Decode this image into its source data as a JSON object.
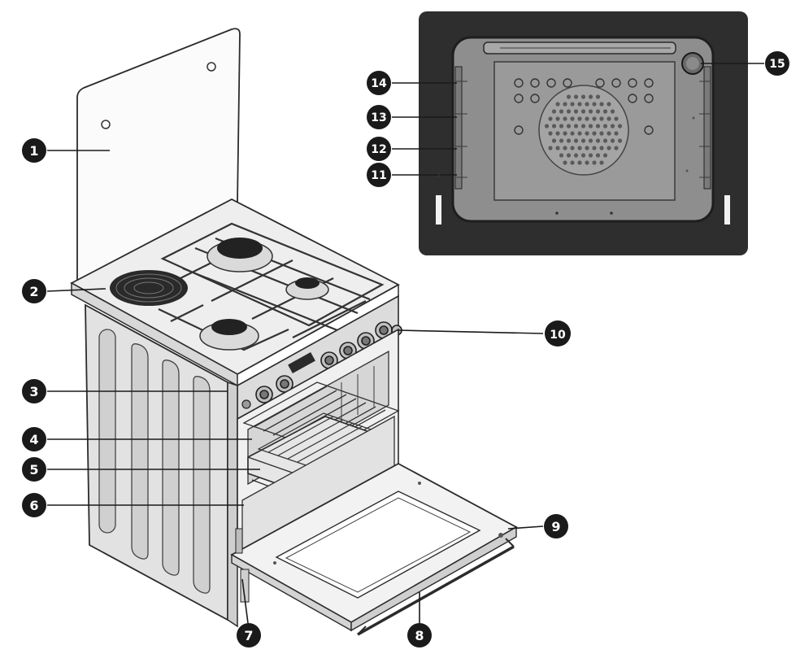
{
  "colors": {
    "label_circle": "#1a1a1a",
    "label_text": "#ffffff",
    "inset_frame": "#2e2e2e",
    "inset_cavity": "#8e8e8e",
    "cooker_panel": "#e4e4e4",
    "cooker_shadow": "#c8c8c8"
  },
  "callouts": [
    {
      "id": "1",
      "text": "1"
    },
    {
      "id": "2",
      "text": "2"
    },
    {
      "id": "3",
      "text": "3"
    },
    {
      "id": "4",
      "text": "4"
    },
    {
      "id": "5",
      "text": "5"
    },
    {
      "id": "6",
      "text": "6"
    },
    {
      "id": "7",
      "text": "7"
    },
    {
      "id": "8",
      "text": "8"
    },
    {
      "id": "9",
      "text": "9"
    },
    {
      "id": "10",
      "text": "10"
    },
    {
      "id": "11",
      "text": "11"
    },
    {
      "id": "12",
      "text": "12"
    },
    {
      "id": "13",
      "text": "13"
    },
    {
      "id": "14",
      "text": "14"
    },
    {
      "id": "15",
      "text": "15"
    }
  ]
}
